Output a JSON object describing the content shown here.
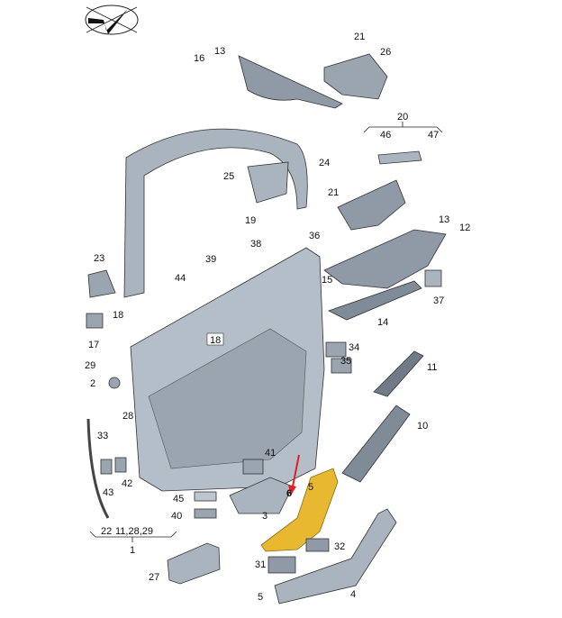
{
  "diagram": {
    "title_logo": "checkmark-ellipse-logo",
    "colors": {
      "part_fill": "#a9b4bf",
      "part_dark": "#7f8b97",
      "highlight": "#e8b830",
      "arrow": "#e02020"
    },
    "highlighted_part": "6",
    "labels": {
      "l21a": "21",
      "l26": "26",
      "l16": "16",
      "l13a": "13",
      "l20": "20",
      "l46": "46",
      "l47": "47",
      "l24": "24",
      "l25": "25",
      "l21b": "21",
      "l19": "19",
      "l13b": "13",
      "l12": "12",
      "l38": "38",
      "l36": "36",
      "l23": "23",
      "l39": "39",
      "l44": "44",
      "l15": "15",
      "l37": "37",
      "l18a": "18",
      "l17": "17",
      "l14": "14",
      "l18b": "18",
      "l34": "34",
      "l29": "29",
      "l35": "35",
      "l11": "11",
      "l2": "2",
      "l28": "28",
      "l10": "10",
      "l33": "33",
      "l41": "41",
      "l5a": "5",
      "l43": "43",
      "l42": "42",
      "l6": "6",
      "l45": "45",
      "l3": "3",
      "l40": "40",
      "l22": "22",
      "l112829": "11,28,29",
      "l1": "1",
      "l32": "32",
      "l27": "27",
      "l31": "31",
      "l5b": "5",
      "l4": "4"
    }
  }
}
